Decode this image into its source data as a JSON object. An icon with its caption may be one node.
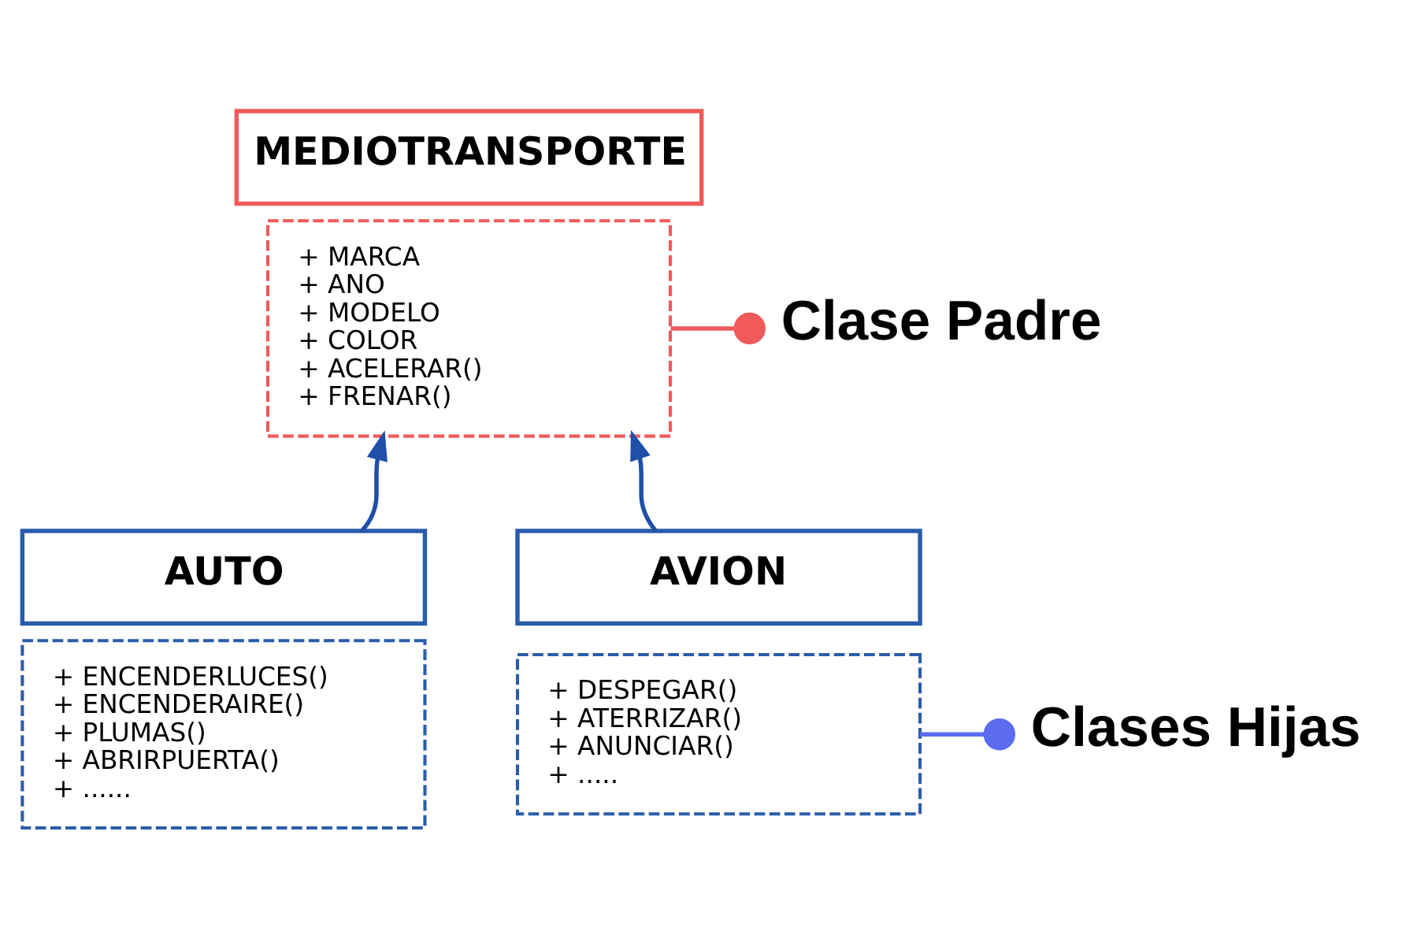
{
  "diagram": {
    "nodes": [
      {
        "text": [
          "MEDIOTRANSPORTE"
        ]
      },
      {
        "text": [
          "+ MARCA",
          "+ ANO",
          "+ MODELO",
          "+ COLOR",
          "+ ACELERAR()",
          "+ FRENAR()"
        ]
      },
      {
        "text": [
          "AUTO"
        ]
      },
      {
        "text": [
          "+ ENCENDERLUCES()",
          "+ ENCENDERAIRE()",
          "+ PLUMAS()",
          "+ ABRIRPUERTA()",
          "+ ......"
        ]
      },
      {
        "text": [
          "AVION"
        ]
      },
      {
        "text": [
          "+ DESPEGAR()",
          "+ ATERRIZAR()",
          "+ ANUNCIAR()",
          "+ ....."
        ]
      },
      {
        "text": [
          "Clase Padre"
        ]
      },
      {
        "text": [
          "Clases Hijas"
        ]
      }
    ],
    "edges": [
      {
        "from": 2,
        "to": 1,
        "arrow": "to",
        "color": "#1f4fa8"
      },
      {
        "from": 4,
        "to": 1,
        "arrow": "to",
        "color": "#1f4fa8"
      },
      {
        "from": 6,
        "to": 1,
        "arrow": "other",
        "color": "#f05a5a"
      },
      {
        "from": 7,
        "to": 5,
        "arrow": "other",
        "color": "#5b6cf0"
      }
    ]
  }
}
